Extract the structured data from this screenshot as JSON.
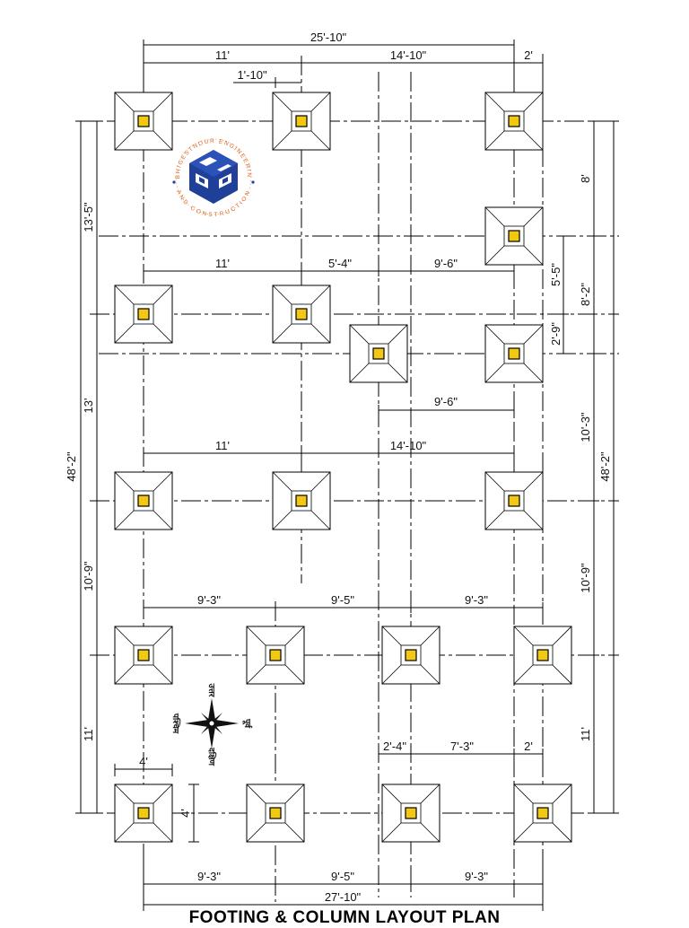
{
  "title": "FOOTING & COLUMN LAYOUT PLAN",
  "logo": {
    "ring_text_top": "ABHIGESTNOUR ENGINEERING",
    "ring_text_bottom": "AND CONSTRUCTION",
    "colors": {
      "cube": "#1f3f99",
      "ring_text": "#e0621e"
    }
  },
  "compass": {
    "north": "उत्तर",
    "south": "दक्षिण",
    "east": "पूर्व",
    "west": "पश्चिम"
  },
  "colors": {
    "column": "#f2c814",
    "line": "#000000"
  },
  "dimensions": {
    "top_total": "25'-10\"",
    "top_left": "11'",
    "top_mid": "14'-10\"",
    "top_right": "2'",
    "offset_top": "1'-10\"",
    "row3_left": "11'",
    "row3_mid": "5'-4\"",
    "row3_right": "9'-6\"",
    "row4_below": "9'-6\"",
    "row5_left": "11'",
    "row5_right": "14'-10\"",
    "row6_a": "9'-3\"",
    "row6_b": "9'-5\"",
    "row6_c": "9'-3\"",
    "row7_a": "2'-4\"",
    "row7_b": "7'-3\"",
    "row7_c": "2'",
    "footing_w": "4'",
    "footing_h": "4'",
    "bottom_a": "9'-3\"",
    "bottom_b": "9'-5\"",
    "bottom_c": "9'-3\"",
    "bottom_total": "27'-10\"",
    "left_total": "48'-2\"",
    "left_1": "13'-5\"",
    "left_2": "13'",
    "left_3": "10'-9\"",
    "left_4": "11'",
    "right_total": "48'-2\"",
    "right_1": "8'",
    "right_2": "8'-2\"",
    "right_2a": "5'-5\"",
    "right_2b": "2'-9\"",
    "right_3": "10'-3\"",
    "right_4": "10'-9\"",
    "right_5": "11'"
  }
}
